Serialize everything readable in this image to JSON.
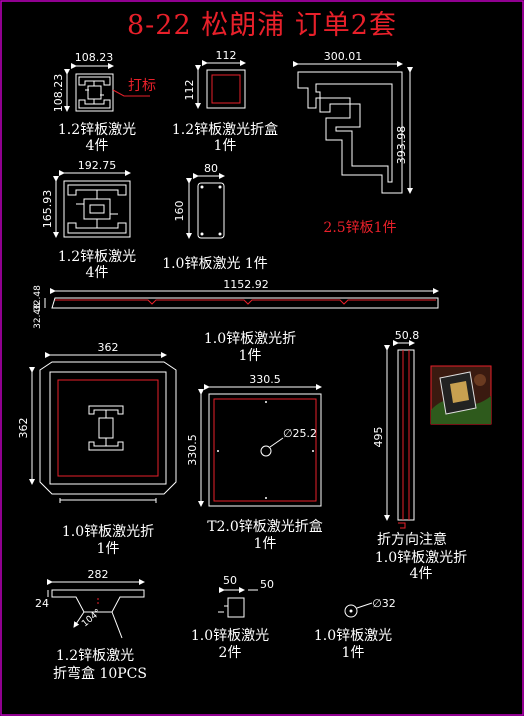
{
  "title": "8-22 松朗浦 订单2套",
  "colors": {
    "background": "#000000",
    "frame": "#c000c0",
    "lines": "#ffffff",
    "accent": "#e8202a"
  },
  "parts": {
    "p1": {
      "width": "108.23",
      "height": "108.23",
      "callout": "打标",
      "spec": "1.2锌板激光",
      "qty": "4件"
    },
    "p2": {
      "width": "112",
      "height": "112",
      "spec": "1.2锌板激光折盒",
      "qty": "1件"
    },
    "p3": {
      "width": "300.01",
      "height": "393.98",
      "note": "2.5锌板1件"
    },
    "p4": {
      "width": "192.75",
      "height": "165.93",
      "spec": "1.2锌板激光",
      "qty": "4件"
    },
    "p5": {
      "width": "80",
      "height": "160",
      "spec": "1.0锌板激光 1件"
    },
    "p6": {
      "length": "1152.92",
      "h1": "32.48",
      "h2": "32.48",
      "spec": "1.0锌板激光折",
      "qty": "1件"
    },
    "p7": {
      "width": "362",
      "height": "362",
      "spec": "1.0锌板激光折",
      "qty": "1件"
    },
    "p8": {
      "width": "330.5",
      "height": "330.5",
      "hole": "∅25.2",
      "spec": "T2.0锌板激光折盒",
      "qty": "1件"
    },
    "p9": {
      "width": "50.8",
      "height": "495",
      "note": "折方向注意",
      "spec": "1.0锌板激光折",
      "qty": "4件"
    },
    "p10": {
      "width": "282",
      "height": "24",
      "angle": "104°",
      "spec": "1.2锌板激光",
      "qty": "折弯盒 10PCS"
    },
    "p11": {
      "width": "50",
      "width2": "50",
      "spec": "1.0锌板激光",
      "qty": "2件"
    },
    "p12": {
      "diameter": "∅32",
      "spec": "1.0锌板激光",
      "qty": "1件"
    }
  }
}
